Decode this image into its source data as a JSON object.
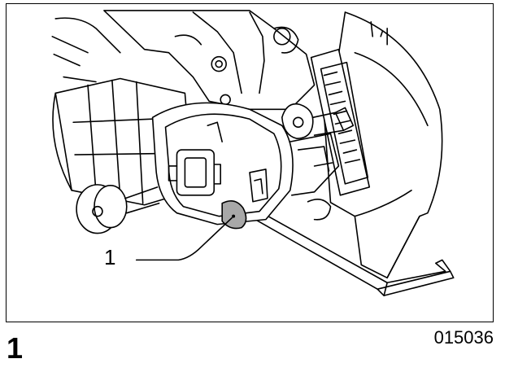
{
  "figure": {
    "callout_label": "1",
    "figure_number": "1",
    "figure_code": "015036"
  },
  "colors": {
    "line": "#000000",
    "background": "#ffffff",
    "fill_dark": "#a8a8a8"
  }
}
